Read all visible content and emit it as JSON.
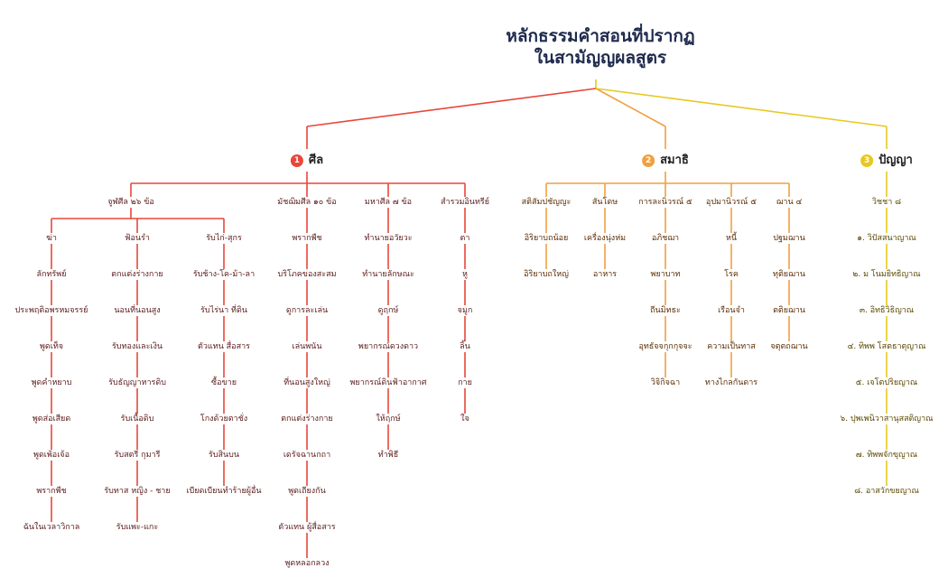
{
  "title": {
    "line1": "หลักธรรมคำสอนที่ปรากฏ",
    "line2": "ในสามัญญผลสูตร"
  },
  "colors": {
    "sila": "#e8473a",
    "samadhi": "#f0a040",
    "panya": "#e8c820"
  },
  "sila": {
    "number": "1",
    "label": "ศีล",
    "groups": [
      {
        "label": "จูฬศีล ๒๖ ข้อ",
        "columns": [
          {
            "label": "ฆ่า",
            "items": [
              "ลักทรัพย์",
              "ประพฤติอพรหมจรรย์",
              "พูดเท็จ",
              "พูดคำหยาบ",
              "พูดส่อเสียด",
              "พูดเพ้อเจ้อ",
              "พรากพืช",
              "ฉันในเวลาวิกาล"
            ]
          },
          {
            "label": "ฟ้อนรำ",
            "items": [
              "ตกแต่งร่างกาย",
              "นอนที่นอนสูง",
              "รับทองและเงิน",
              "รับธัญญาหารดิบ",
              "รับเนื้อดิบ",
              "รับสตรี กุมารี",
              "รับทาส หญิง - ชาย",
              "รับแพะ-แกะ"
            ]
          },
          {
            "label": "รับไก่-สุกร",
            "items": [
              "รับช้าง-โค-ม้า-ลา",
              "รับไร่นา ที่ดิน",
              "ตัวแทน สื่อสาร",
              "ซื้อขาย",
              "โกงด้วยตาชั่ง",
              "รับสินบน",
              "เบียดเบียนทำร้ายผู้อื่น"
            ]
          }
        ]
      },
      {
        "label": "มัชฌิมศีล ๑๐ ข้อ",
        "items": [
          "พรากพืช",
          "บริโภคของสะสม",
          "ดูการละเล่น",
          "เล่นพนัน",
          "ที่นอนสูงใหญ่",
          "ตกแต่งร่างกาย",
          "เดรัจฉานกถา",
          "พูดเถียงกัน",
          "ตัวแทน ผู้สื่อสาร",
          "พูดหลอกลวง"
        ]
      },
      {
        "label": "มหาศีล ๗ ข้อ",
        "items": [
          "ทำนายอวัยวะ",
          "ทำนายลักษณะ",
          "ดูฤกษ์",
          "พยากรณ์ดวงดาว",
          "พยากรณ์ดินฟ้าอากาศ",
          "ให้ฤกษ์",
          "ทำพิธี"
        ]
      },
      {
        "label": "สำรวมอินทรีย์",
        "items": [
          "ตา",
          "หู",
          "จมูก",
          "ลิ้น",
          "กาย",
          "ใจ"
        ]
      }
    ]
  },
  "samadhi": {
    "number": "2",
    "label": "สมาธิ",
    "groups": [
      {
        "label": "สติสัมปชัญญะ",
        "items": [
          "อิริยาบถน้อย",
          "อิริยาบถใหญ่"
        ]
      },
      {
        "label": "สันโดษ",
        "items": [
          "เครื่องนุ่งห่ม",
          "อาหาร"
        ]
      },
      {
        "label": "การละนิวรณ์ ๕",
        "items": [
          "อภิชฌา",
          "พยาบาท",
          "ถีนมิทธะ",
          "อุทธัจจกุกกุจจะ",
          "วิจิกิจฉา"
        ]
      },
      {
        "label": "อุปมานิวรณ์ ๕",
        "items": [
          "หนี้",
          "โรค",
          "เรือนจำ",
          "ความเป็นทาส",
          "ทางไกลกันดาร"
        ]
      },
      {
        "label": "ฌาน ๔",
        "items": [
          "ปฐมฌาน",
          "ทุติยฌาน",
          "ตติยฌาน",
          "จตุตถฌาน"
        ]
      }
    ]
  },
  "panya": {
    "number": "3",
    "label": "ปัญญา",
    "groups": [
      {
        "label": "วิชชา ๘",
        "items": [
          "๑. วิปัสสนาญาณ",
          "๒. ม โนมยิทธิญาณ",
          "๓. อิทธิวิธิญาณ",
          "๔. ทิพพ โสตธาตุญาณ",
          "๕. เจโตปริยญาณ",
          "๖. ปุพเพนิวาสานุสสติญาณ",
          "๗. ทิพพจักขุญาณ",
          "๘. อาสวักขยญาณ"
        ]
      }
    ]
  }
}
